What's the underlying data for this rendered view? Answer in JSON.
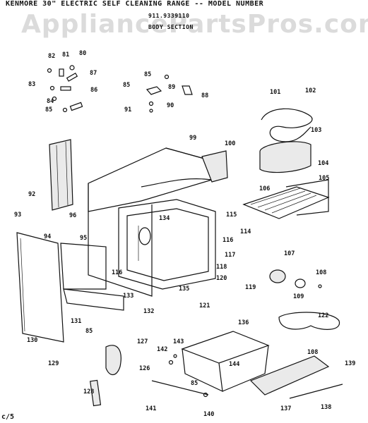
{
  "header": {
    "title": "KENMORE 30\" ELECTRIC SELF CLEANING RANGE -- MODEL NUMBER",
    "model_number": "911.9339110",
    "sub_label": "BODY SECTION"
  },
  "watermark": "AppliancePartsPros.com",
  "corner_mark": "c/5",
  "part_labels": [
    "80",
    "81",
    "82",
    "83",
    "84",
    "85",
    "86",
    "87",
    "85",
    "89",
    "85",
    "88",
    "91",
    "90",
    "99",
    "100",
    "101",
    "102",
    "103",
    "104",
    "105",
    "106",
    "92",
    "93",
    "94",
    "95",
    "96",
    "134",
    "115",
    "114",
    "116",
    "116",
    "117",
    "118",
    "119",
    "120",
    "121",
    "107",
    "108",
    "109",
    "122",
    "130",
    "131",
    "85",
    "133",
    "132",
    "135",
    "136",
    "127",
    "126",
    "128",
    "142",
    "143",
    "144",
    "108",
    "139",
    "141",
    "85",
    "140",
    "137",
    "138",
    "129"
  ]
}
